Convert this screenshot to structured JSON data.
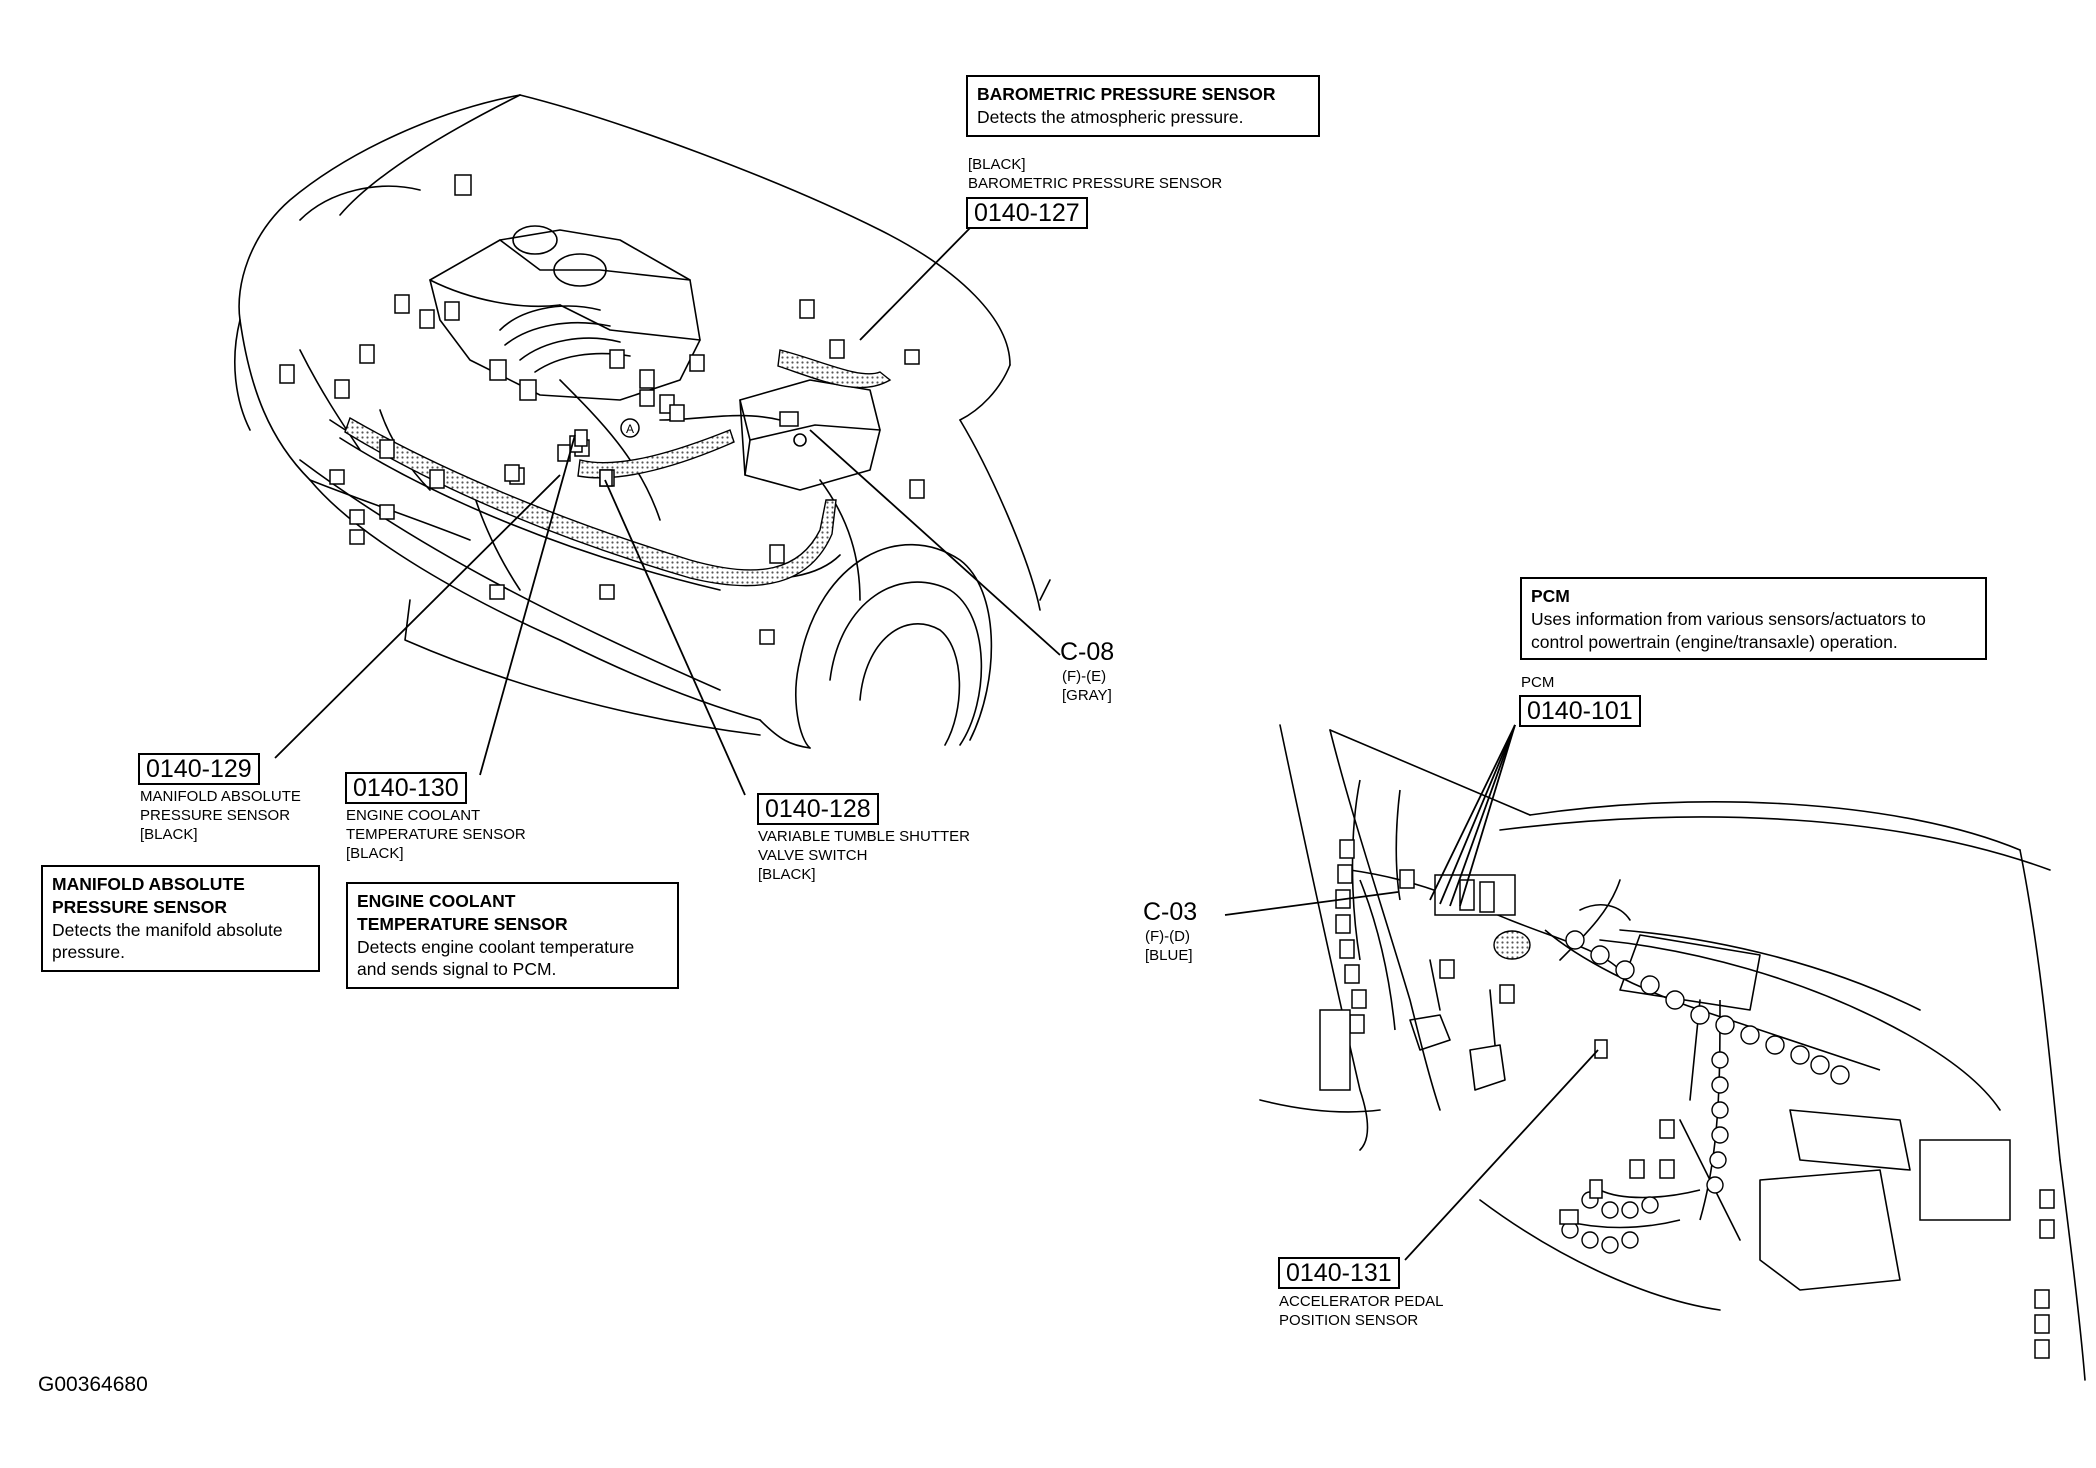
{
  "figure_id": "G00364680",
  "engine": {
    "barometric": {
      "box_title": "BAROMETRIC PRESSURE SENSOR",
      "box_desc": "Detects the atmospheric pressure.",
      "color": "[BLACK]",
      "name": "BAROMETRIC PRESSURE SENSOR",
      "code": "0140-127"
    },
    "c08": {
      "label": "C-08",
      "pins": "(F)-(E)",
      "color": "[GRAY]"
    },
    "map_sensor": {
      "code": "0140-129",
      "name_line1": "MANIFOLD ABSOLUTE",
      "name_line2": "PRESSURE SENSOR",
      "color": "[BLACK]",
      "box_title_line1": "MANIFOLD ABSOLUTE",
      "box_title_line2": "PRESSURE SENSOR",
      "box_desc_line1": "Detects the manifold absolute",
      "box_desc_line2": "pressure."
    },
    "ect_sensor": {
      "code": "0140-130",
      "name_line1": "ENGINE COOLANT",
      "name_line2": "TEMPERATURE SENSOR",
      "color": "[BLACK]",
      "box_title_line1": "ENGINE COOLANT",
      "box_title_line2": "TEMPERATURE SENSOR",
      "box_desc_line1": "Detects engine coolant temperature",
      "box_desc_line2": "and sends signal to PCM."
    },
    "vts_switch": {
      "code": "0140-128",
      "name_line1": "VARIABLE TUMBLE SHUTTER",
      "name_line2": "VALVE SWITCH",
      "color": "[BLACK]"
    },
    "marker_a": "A"
  },
  "cabin": {
    "pcm": {
      "box_title": "PCM",
      "box_desc_line1": "Uses information from various sensors/actuators to",
      "box_desc_line2": "control powertrain (engine/transaxle) operation.",
      "name": "PCM",
      "code": "0140-101"
    },
    "c03": {
      "label": "C-03",
      "pins": "(F)-(D)",
      "color": "[BLUE]"
    },
    "app_sensor": {
      "code": "0140-131",
      "name_line1": "ACCELERATOR PEDAL",
      "name_line2": "POSITION SENSOR"
    }
  },
  "colors": {
    "ink": "#000000",
    "paper": "#ffffff",
    "harness_fill": "#c8c8c8"
  }
}
